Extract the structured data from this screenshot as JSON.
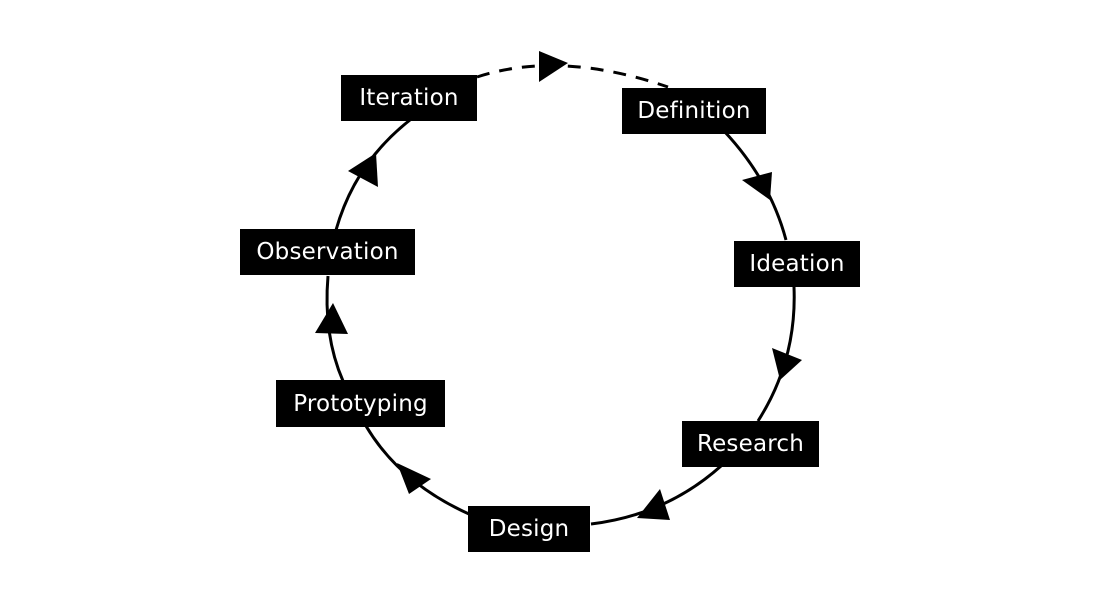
{
  "diagram": {
    "stages": [
      {
        "id": "definition",
        "label": "Definition"
      },
      {
        "id": "ideation",
        "label": "Ideation"
      },
      {
        "id": "research",
        "label": "Research"
      },
      {
        "id": "design",
        "label": "Design"
      },
      {
        "id": "prototyping",
        "label": "Prototyping"
      },
      {
        "id": "observation",
        "label": "Observation"
      },
      {
        "id": "iteration",
        "label": "Iteration"
      }
    ],
    "colors": {
      "line": "#000000",
      "box": "#000000",
      "text": "#ffffff",
      "background": "#ffffff"
    }
  }
}
